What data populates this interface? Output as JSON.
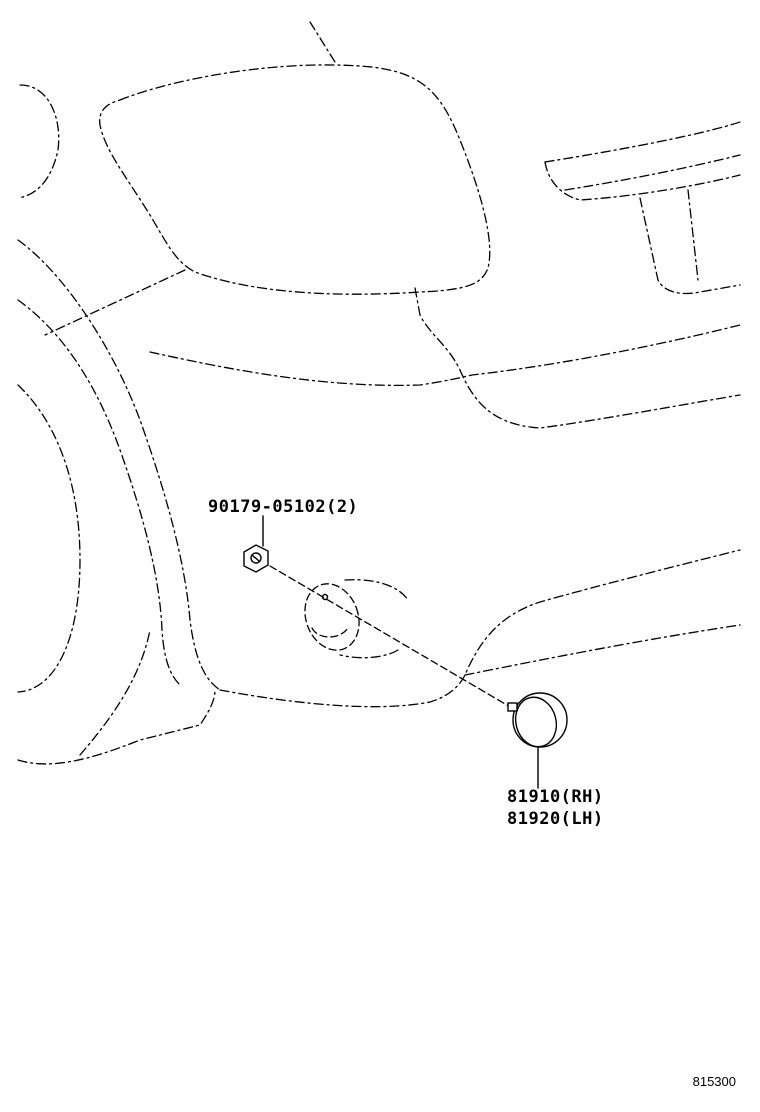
{
  "parts": [
    {
      "number": "90179-05102(2)",
      "part_name": "nut"
    },
    {
      "number": "81910(RH)",
      "part_name": "reflector"
    },
    {
      "number": "81920(LH)",
      "part_name": "reflector"
    }
  ],
  "diagram_id": "815300"
}
